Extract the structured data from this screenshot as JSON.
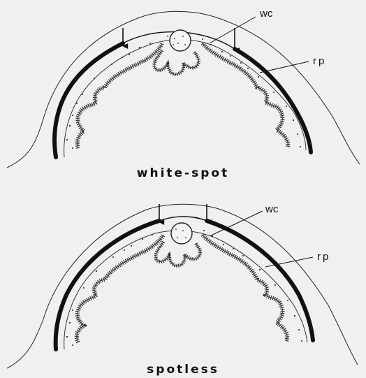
{
  "figure": {
    "panels": [
      {
        "caption": "white-spot",
        "label_wc": "wc",
        "label_rp": "rp"
      },
      {
        "caption": "spotless",
        "label_wc": "wc",
        "label_rp": "rp"
      }
    ]
  },
  "colors": {
    "background": "#f0f0ee",
    "ink": "#111111"
  }
}
